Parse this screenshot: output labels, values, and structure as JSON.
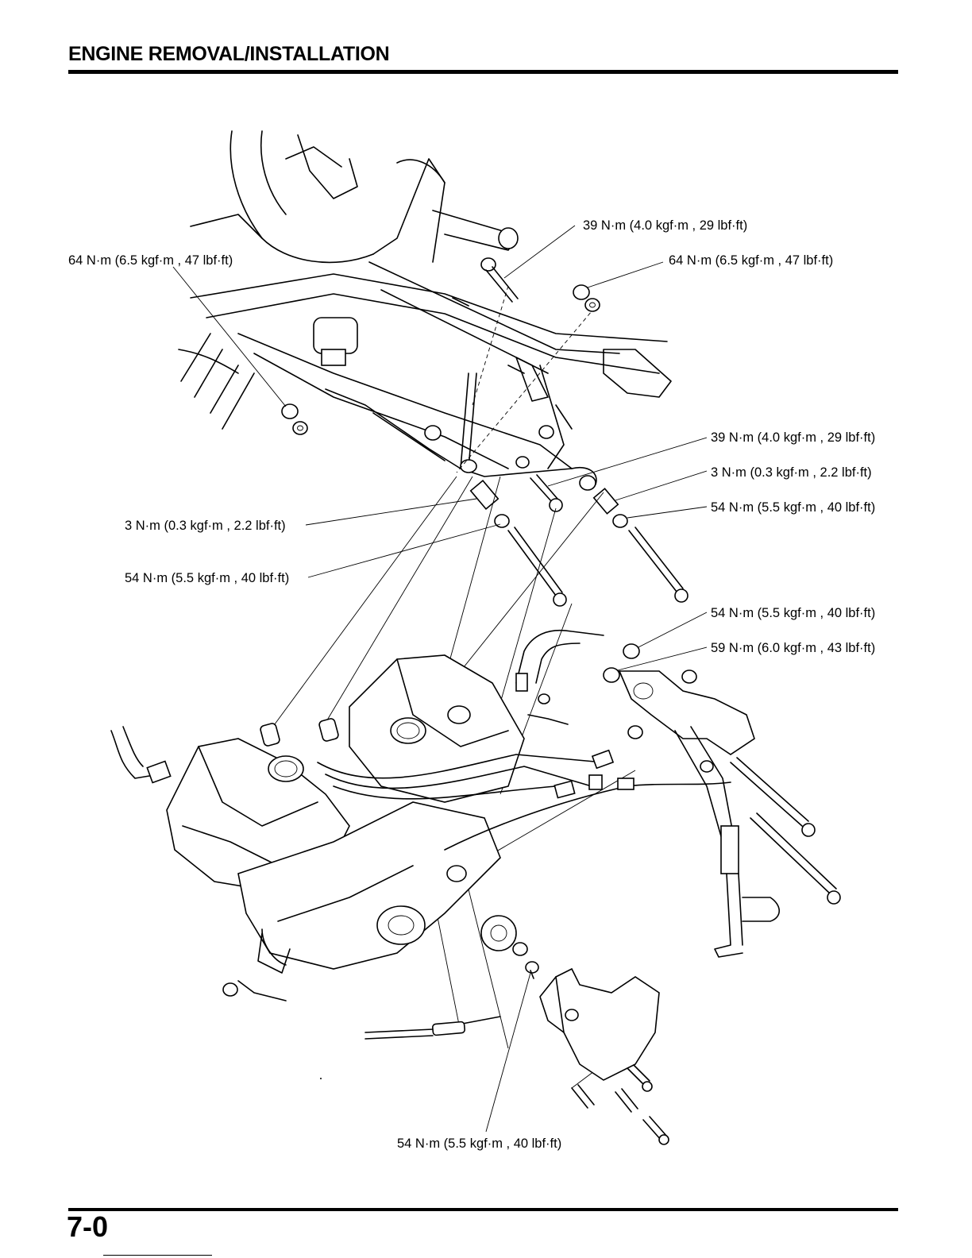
{
  "header": {
    "title": "ENGINE REMOVAL/INSTALLATION"
  },
  "footer": {
    "page_number": "7-0"
  },
  "callouts": [
    {
      "id": "top-bolt",
      "text": "39 N·m (4.0 kgf·m , 29 lbf·ft)"
    },
    {
      "id": "left-upper-nut",
      "text": "64 N·m (6.5 kgf·m , 47 lbf·ft)"
    },
    {
      "id": "right-upper-nut",
      "text": "64 N·m (6.5 kgf·m , 47 lbf·ft)"
    },
    {
      "id": "right-mid-bolt",
      "text": "39 N·m (4.0 kgf·m , 29 lbf·ft)"
    },
    {
      "id": "right-adjuster",
      "text": "3 N·m (0.3 kgf·m , 2.2 lbf·ft)"
    },
    {
      "id": "right-locknut",
      "text": "54 N·m (5.5 kgf·m , 40 lbf·ft)"
    },
    {
      "id": "left-adjuster",
      "text": "3 N·m (0.3 kgf·m , 2.2 lbf·ft)"
    },
    {
      "id": "left-locknut",
      "text": "54 N·m (5.5 kgf·m , 40 lbf·ft)"
    },
    {
      "id": "pivot-nut",
      "text": "54 N·m (5.5 kgf·m , 40 lbf·ft)"
    },
    {
      "id": "bracket-nut",
      "text": "59 N·m (6.0 kgf·m , 43 lbf·ft)"
    },
    {
      "id": "sprocket-bolt",
      "text": "54 N·m (5.5 kgf·m , 40 lbf·ft)"
    }
  ]
}
